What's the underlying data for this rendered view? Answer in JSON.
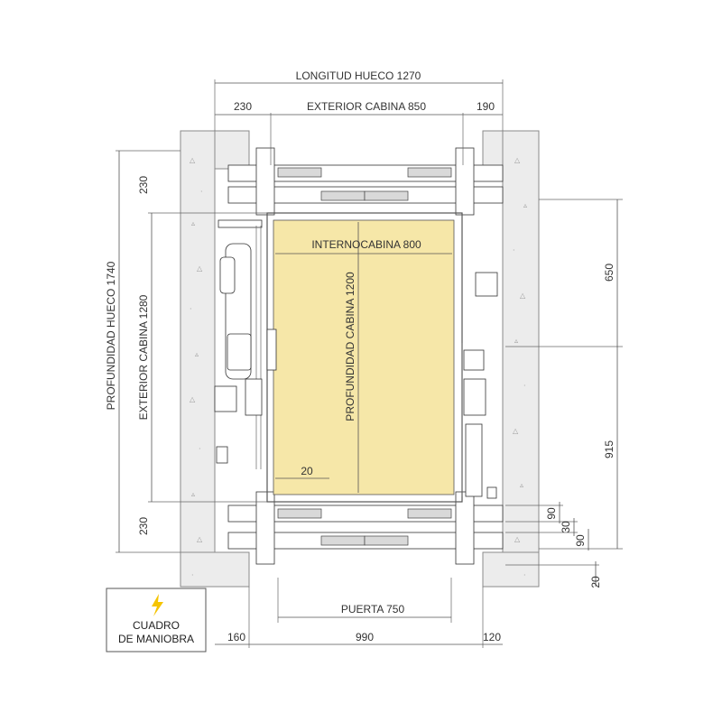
{
  "colors": {
    "cabin_fill": "#f6e7a8",
    "wall_fill": "#ececec",
    "wall_stroke": "#8a8a8a",
    "line": "#444444",
    "bolt_icon": "#f5c400"
  },
  "dimensions": {
    "shaft_width": "LONGITUD HUECO 1270",
    "left_clearance_top": "230",
    "cabin_exterior_width": "EXTERIOR CABINA 850",
    "right_clearance_top": "190",
    "cabin_interior_width": "INTERNOCABINA 800",
    "shaft_depth": "PROFUNDIDAD HUECO 1740",
    "cabin_exterior_depth": "EXTERIOR CABINA  1280",
    "cabin_interior_depth": "PROFUNDIDAD CABINA 1200",
    "top_clearance_left": "230",
    "bottom_clearance_left": "230",
    "right_upper": "650",
    "right_lower": "915",
    "wall_gap": "20",
    "door_width": "PUERTA 750",
    "bottom_left": "160",
    "bottom_center": "990",
    "bottom_right": "120",
    "sill_90_top": "90",
    "sill_30": "30",
    "sill_90_bottom": "90",
    "sill_20": "20"
  },
  "control_panel": {
    "icon": "lightning-bolt-icon",
    "line1": "CUADRO",
    "line2": "DE MANIOBRA"
  }
}
